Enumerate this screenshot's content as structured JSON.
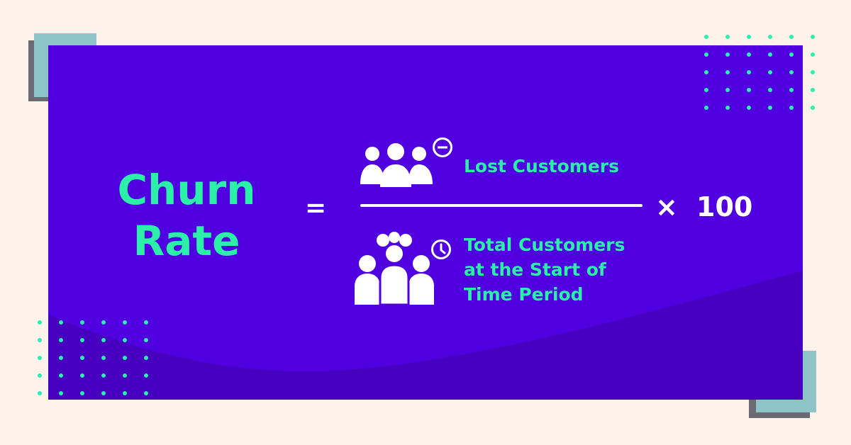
{
  "formula": {
    "title_lines": [
      "Churn",
      "Rate"
    ],
    "equals": "=",
    "numerator": "Lost Customers",
    "denominator_lines": [
      "Total Customers",
      "at the Start of",
      "Time Period"
    ],
    "operator": "×",
    "multiplier": "100"
  },
  "icons": {
    "numerator_group": "people-group-icon",
    "numerator_badge": "minus-circle-icon",
    "denominator_group": "crowd-icon",
    "denominator_badge": "clock-icon"
  },
  "colors": {
    "background": "#fdf3ea",
    "card": "#5000e0",
    "card_wave": "#4700c0",
    "accent": "#2cf0a8",
    "text_light": "#ffffff",
    "deco_teal": "#8ec3c8",
    "deco_gray": "#6c6a72"
  }
}
